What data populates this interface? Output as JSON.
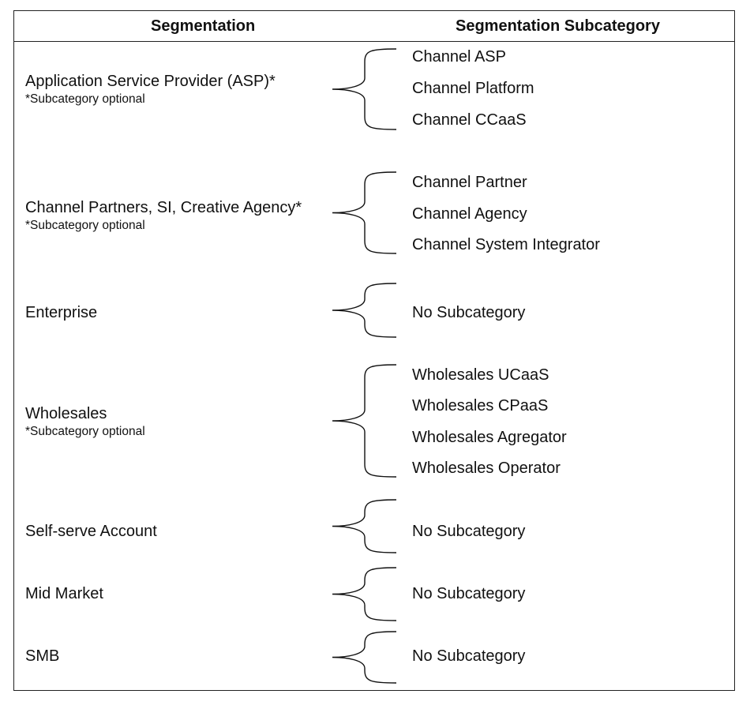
{
  "header": {
    "left": "Segmentation",
    "right": "Segmentation Subcategory"
  },
  "groups": [
    {
      "label": "Application Service Provider (ASP)*",
      "note": "*Subcategory optional",
      "subcategories": [
        "Channel ASP",
        "Channel Platform",
        "Channel CCaaS"
      ]
    },
    {
      "label": "Channel Partners, SI, Creative Agency*",
      "note": "*Subcategory optional",
      "subcategories": [
        "Channel Partner",
        "Channel Agency",
        "Channel System Integrator"
      ]
    },
    {
      "label": "Enterprise",
      "note": "",
      "subcategories": [
        "No Subcategory"
      ]
    },
    {
      "label": "Wholesales",
      "note": "*Subcategory optional",
      "subcategories": [
        "Wholesales UCaaS",
        "Wholesales CPaaS",
        "Wholesales Agregator",
        "Wholesales Operator"
      ]
    },
    {
      "label": "Self-serve Account",
      "note": "",
      "subcategories": [
        "No Subcategory"
      ]
    },
    {
      "label": "Mid Market",
      "note": "",
      "subcategories": [
        "No Subcategory"
      ]
    },
    {
      "label": "SMB",
      "note": "",
      "subcategories": [
        "No Subcategory"
      ]
    }
  ]
}
